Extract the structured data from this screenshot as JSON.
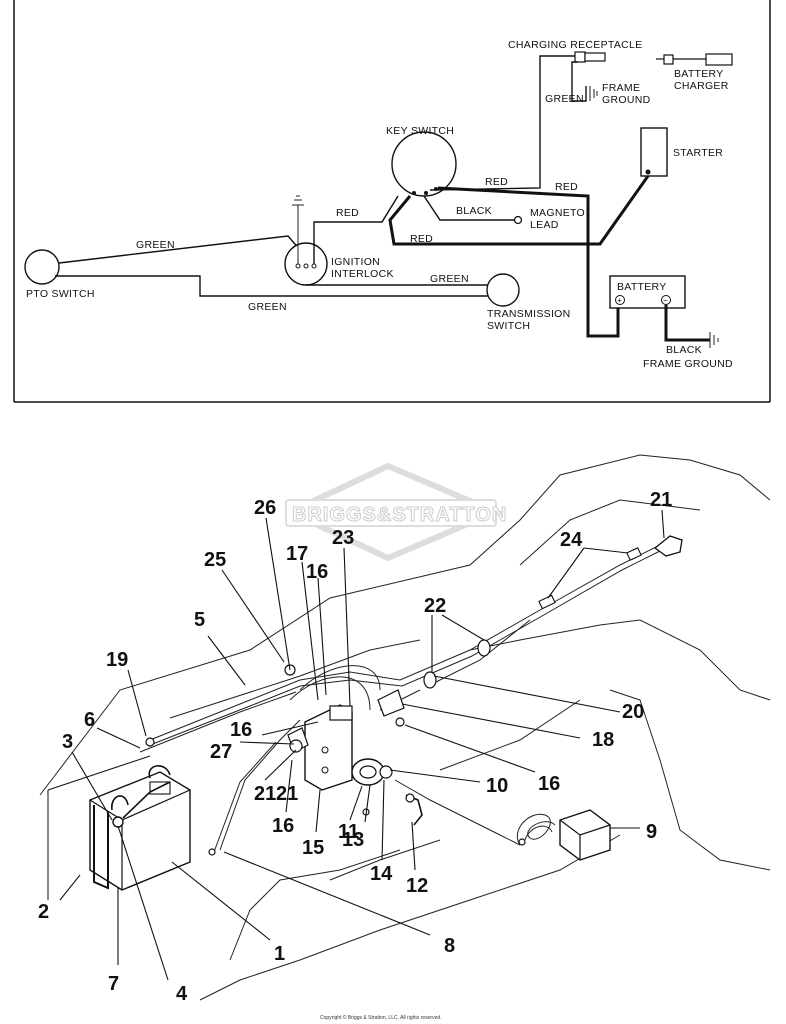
{
  "schematic": {
    "charging_receptacle": "CHARGING RECEPTACLE",
    "frame_ground_top": [
      "FRAME",
      "GROUND"
    ],
    "green_receptacle": "GREEN",
    "battery_charger": [
      "BATTERY",
      "CHARGER"
    ],
    "key_switch": "KEY SWITCH",
    "starter": "STARTER",
    "red_1": "RED",
    "red_2": "RED",
    "red_3": "RED",
    "red_4": "RED",
    "black_magneto": "BLACK",
    "magneto_lead": [
      "MAGNETO",
      "LEAD"
    ],
    "green_pto": "GREEN",
    "ignition_interlock": [
      "IGNITION",
      "INTERLOCK"
    ],
    "green_trans": "GREEN",
    "green_bottom": "GREEN",
    "pto_switch": "PTO SWITCH",
    "transmission_switch": [
      "TRANSMISSION",
      "SWITCH"
    ],
    "battery": "BATTERY",
    "black_ground": "BLACK",
    "frame_ground_bottom": "FRAME GROUND"
  },
  "watermark": "BRIGGS&STRATTON",
  "callouts": [
    "1",
    "2",
    "3",
    "4",
    "5",
    "6",
    "7",
    "8",
    "9",
    "10",
    "11",
    "12",
    "13",
    "14",
    "15",
    "16",
    "16",
    "16",
    "16",
    "17",
    "18",
    "19",
    "20",
    "21",
    "21",
    "21",
    "22",
    "23",
    "24",
    "25",
    "26",
    "27"
  ],
  "copyright": "Copyright © Briggs & Stratton, LLC. All rights reserved."
}
